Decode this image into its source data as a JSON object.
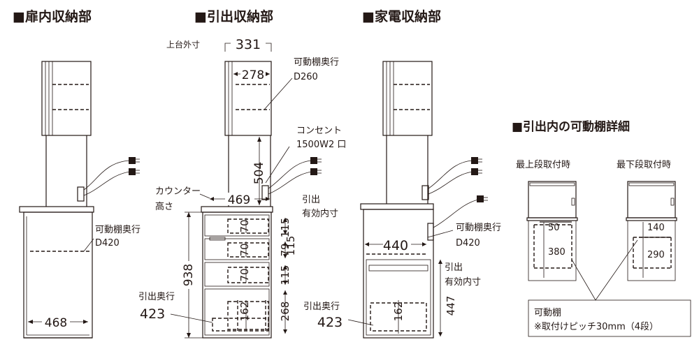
{
  "sections": {
    "door_storage": "■扉内収納部",
    "drawer_storage": "■引出収納部",
    "appliance_storage": "■家電収納部",
    "drawer_shelf_detail": "■引出内の可動棚詳細"
  },
  "door": {
    "movable_shelf_depth_label": "可動棚奥行",
    "movable_shelf_depth_value": "D420",
    "width": "468"
  },
  "drawer": {
    "top_outer_label": "上台外寸",
    "top_outer": "331",
    "top_inner": "278",
    "upper_shelf_depth_label": "可動棚奥行",
    "upper_shelf_depth_value": "D260",
    "outlet_label": "コンセント",
    "outlet_spec": "1500W2 口",
    "gap_504": "504",
    "counter_label": "カウンター",
    "counter_label2": "高さ",
    "counter_469": "469",
    "effective_label": "引出",
    "effective_label2": "有効内寸",
    "h70_a": "70",
    "h70_b": "70",
    "h70_c": "70",
    "h162": "162",
    "side_115": "115",
    "side_79": "79",
    "side_115b": "115",
    "side_115c": "115",
    "side_268": "268",
    "total_938": "938",
    "depth_label": "引出奥行",
    "depth_value": "423"
  },
  "appliance": {
    "movable_shelf_depth_label": "可動棚奥行",
    "movable_shelf_depth_value": "D420",
    "width_440": "440",
    "effective_label": "引出",
    "effective_label2": "有効内寸",
    "depth_label": "引出奥行",
    "depth_value": "423",
    "h162": "162",
    "h447": "447"
  },
  "detail": {
    "top_mount": "最上段取付時",
    "bottom_mount": "最下段取付時",
    "top_50": "50",
    "top_380": "380",
    "bottom_140": "140",
    "bottom_290": "290",
    "note_title": "可動棚",
    "note_text": "※取付けピッチ30mm（4段）"
  }
}
